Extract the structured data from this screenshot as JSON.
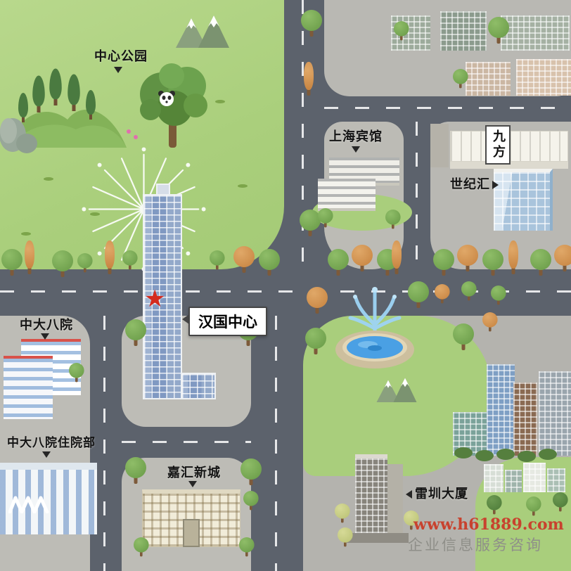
{
  "labels": {
    "central_park": "中心公园",
    "shanghai_hotel": "上海宾馆",
    "jiu_fang": "九方",
    "shi_ji_hui": "世纪汇",
    "han_guo_center": "汉国中心",
    "zhongda_eighth_hospital": "中大八院",
    "zhongda_inpatient_dept": "中大八院住院部",
    "jia_hui_new_town": "嘉汇新城",
    "lei_zhen_tower": "雷圳大厦"
  },
  "marker": {
    "star": "★"
  },
  "watermark": {
    "url": "www.h61889.com",
    "caption": "企业信息服务咨询"
  },
  "colors": {
    "park_green": "#aacf7c",
    "lawn_green": "#a9ce7c",
    "road_gray": "#5c626c",
    "urban_gray": "#b8b7b2",
    "tower_blue": "#8aa2c6",
    "star_red": "#d42a1e",
    "water_blue": "#4aa0e4",
    "watermark_red": "#c8422e",
    "watermark_gray": "#8f8f89"
  }
}
